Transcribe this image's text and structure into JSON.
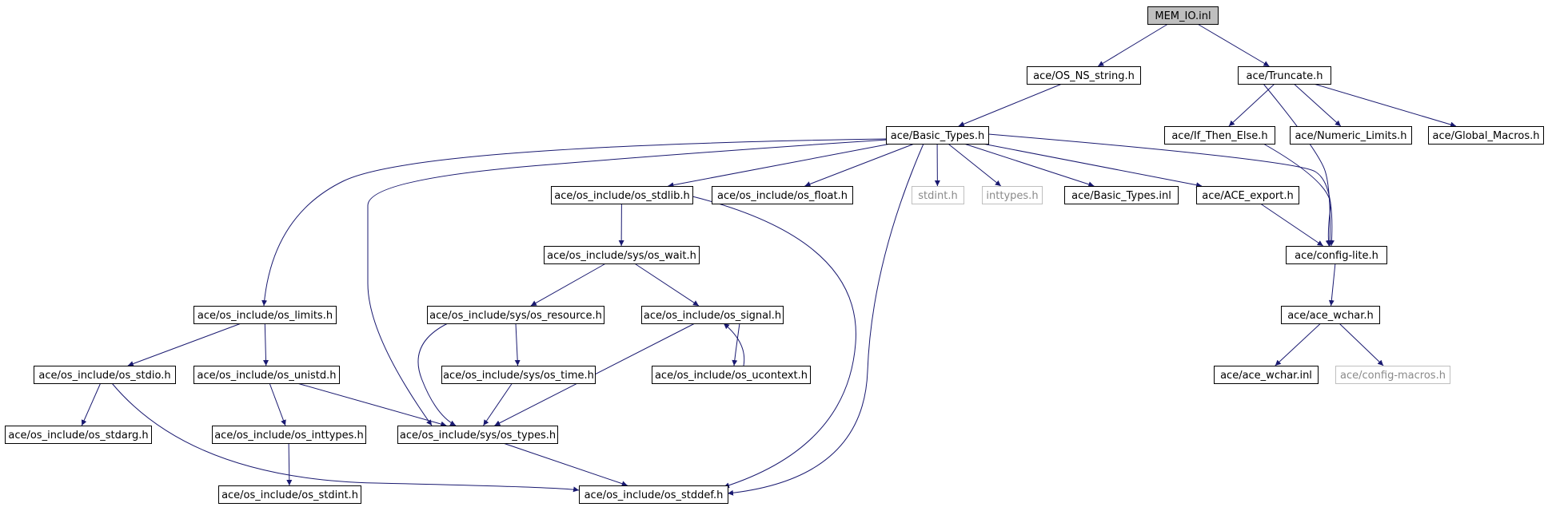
{
  "diagram": {
    "colors": {
      "edge": "#191970",
      "node_border": "#000000",
      "missing_border": "#bfbfbf",
      "root_fill": "#bfbfbf",
      "node_fill": "#ffffff"
    },
    "nodes": [
      {
        "id": "mem_io",
        "label": "MEM_IO.inl",
        "root": true
      },
      {
        "id": "os_ns_string",
        "label": "ace/OS_NS_string.h"
      },
      {
        "id": "truncate",
        "label": "ace/Truncate.h"
      },
      {
        "id": "basic_types",
        "label": "ace/Basic_Types.h"
      },
      {
        "id": "if_then_else",
        "label": "ace/If_Then_Else.h"
      },
      {
        "id": "numeric_limits",
        "label": "ace/Numeric_Limits.h"
      },
      {
        "id": "global_macros",
        "label": "ace/Global_Macros.h"
      },
      {
        "id": "os_stdlib",
        "label": "ace/os_include/os_stdlib.h"
      },
      {
        "id": "os_float",
        "label": "ace/os_include/os_float.h"
      },
      {
        "id": "stdint",
        "label": "stdint.h",
        "missing": true
      },
      {
        "id": "inttypes",
        "label": "inttypes.h",
        "missing": true
      },
      {
        "id": "basic_types_inl",
        "label": "ace/Basic_Types.inl"
      },
      {
        "id": "ace_export",
        "label": "ace/ACE_export.h"
      },
      {
        "id": "config_lite",
        "label": "ace/config-lite.h"
      },
      {
        "id": "os_wait",
        "label": "ace/os_include/sys/os_wait.h"
      },
      {
        "id": "os_limits",
        "label": "ace/os_include/os_limits.h"
      },
      {
        "id": "os_resource",
        "label": "ace/os_include/sys/os_resource.h"
      },
      {
        "id": "os_signal",
        "label": "ace/os_include/os_signal.h"
      },
      {
        "id": "ace_wchar",
        "label": "ace/ace_wchar.h"
      },
      {
        "id": "os_stdio",
        "label": "ace/os_include/os_stdio.h"
      },
      {
        "id": "os_unistd",
        "label": "ace/os_include/os_unistd.h"
      },
      {
        "id": "os_time",
        "label": "ace/os_include/sys/os_time.h"
      },
      {
        "id": "os_ucontext",
        "label": "ace/os_include/os_ucontext.h"
      },
      {
        "id": "ace_wchar_inl",
        "label": "ace/ace_wchar.inl"
      },
      {
        "id": "config_macros",
        "label": "ace/config-macros.h",
        "missing": true
      },
      {
        "id": "os_stdarg",
        "label": "ace/os_include/os_stdarg.h"
      },
      {
        "id": "os_inttypes",
        "label": "ace/os_include/os_inttypes.h"
      },
      {
        "id": "os_types",
        "label": "ace/os_include/sys/os_types.h"
      },
      {
        "id": "os_stdint",
        "label": "ace/os_include/os_stdint.h"
      },
      {
        "id": "os_stddef",
        "label": "ace/os_include/os_stddef.h"
      }
    ],
    "edges": [
      [
        "mem_io",
        "os_ns_string"
      ],
      [
        "mem_io",
        "truncate"
      ],
      [
        "os_ns_string",
        "basic_types"
      ],
      [
        "truncate",
        "if_then_else"
      ],
      [
        "truncate",
        "numeric_limits"
      ],
      [
        "truncate",
        "global_macros"
      ],
      [
        "truncate",
        "config_lite"
      ],
      [
        "if_then_else",
        "config_lite"
      ],
      [
        "basic_types",
        "os_limits"
      ],
      [
        "basic_types",
        "os_types"
      ],
      [
        "basic_types",
        "os_stdlib"
      ],
      [
        "basic_types",
        "os_float"
      ],
      [
        "basic_types",
        "os_stddef"
      ],
      [
        "basic_types",
        "stdint"
      ],
      [
        "basic_types",
        "inttypes"
      ],
      [
        "basic_types",
        "basic_types_inl"
      ],
      [
        "basic_types",
        "ace_export"
      ],
      [
        "basic_types",
        "config_lite"
      ],
      [
        "ace_export",
        "config_lite"
      ],
      [
        "config_lite",
        "ace_wchar"
      ],
      [
        "ace_wchar",
        "ace_wchar_inl"
      ],
      [
        "ace_wchar",
        "config_macros"
      ],
      [
        "os_stdlib",
        "os_wait"
      ],
      [
        "os_stdlib",
        "os_stddef"
      ],
      [
        "os_wait",
        "os_resource"
      ],
      [
        "os_wait",
        "os_signal"
      ],
      [
        "os_resource",
        "os_time"
      ],
      [
        "os_resource",
        "os_types"
      ],
      [
        "os_time",
        "os_types"
      ],
      [
        "os_signal",
        "os_ucontext"
      ],
      [
        "os_ucontext",
        "os_signal"
      ],
      [
        "os_signal",
        "os_types"
      ],
      [
        "os_limits",
        "os_stdio"
      ],
      [
        "os_limits",
        "os_unistd"
      ],
      [
        "os_stdio",
        "os_stdarg"
      ],
      [
        "os_stdio",
        "os_stddef"
      ],
      [
        "os_unistd",
        "os_inttypes"
      ],
      [
        "os_unistd",
        "os_types"
      ],
      [
        "os_inttypes",
        "os_stdint"
      ],
      [
        "os_types",
        "os_stddef"
      ]
    ]
  }
}
